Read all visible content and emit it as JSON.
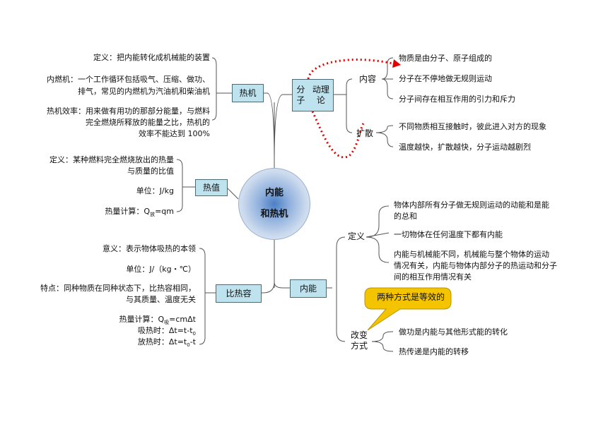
{
  "center": {
    "line1": "内能",
    "line2": "和热机"
  },
  "branches": {
    "heat_engine": {
      "label": "热机",
      "definition": "定义：把内能转化成机械能的装置",
      "ice_1": "内燃机：一个工作循环包括吸气、压缩、做功、",
      "ice_2": "排气，常见的内燃机为汽油机和柴油机",
      "eff_1": "热机效率：用来做有用功的那部分能量，与燃料",
      "eff_2": "完全燃烧所释放的能量之比，热机的",
      "eff_3": "效率不能达到  100%"
    },
    "heat_value": {
      "label": "热值",
      "def_1": "定义：某种燃料完全燃烧放出的热量",
      "def_2": "与质量的比值",
      "unit": "单位：J/kg",
      "calc_prefix": "热量计算：Q",
      "calc_sub": "放",
      "calc_suffix": "=qm"
    },
    "specific_heat": {
      "label": "比热容",
      "meaning": "意义：表示物体吸热的本领",
      "unit": "单位：J/（kg・℃）",
      "feature_1": "特点：同种物质在同种状态下，比热容相同，",
      "feature_2": "与其质量、温度无关",
      "calc_prefix": "热量计算：Q",
      "calc_sub": "吸",
      "calc_suffix": "=cmΔt",
      "absorb_prefix": "吸热时：Δt=t-t",
      "absorb_sub": "0",
      "release_prefix": "放热时：Δt=t",
      "release_sub": "0",
      "release_suffix": "-t"
    },
    "molecular_theory": {
      "label_1": "分子",
      "label_2": "动理论",
      "content_label": "内容",
      "content_items": [
        "物质是由分子、原子组成的",
        "分子在不停地做无规则运动",
        "分子间存在相互作用的引力和斥力"
      ],
      "diffusion_label": "扩散",
      "diffusion_items": [
        "不同物质相互接触时，彼此进入对方的现象",
        "温度越快，扩散越快，分子运动越剧烈"
      ]
    },
    "internal_energy": {
      "label": "内能",
      "def_label": "定义",
      "def_item_1_line_1": "物体内部所有分子做无规则运动的动能和是能",
      "def_item_1_line_2": "的总和",
      "def_item_2": "一切物体在任何温度下都有内能",
      "def_item_3_line_1": "内能与机械能不同，机械能与整个物体的运动",
      "def_item_3_line_2": "情况有关，内能与物体内部分子的热运动和分子",
      "def_item_3_line_3": "间的相互作用情况有关",
      "change_label_1": "改变",
      "change_label_2": "方式",
      "callout": "两种方式是等效的",
      "change_items": [
        "做功是内能与其他形式能的转化",
        "热传递是内能的转移"
      ]
    }
  },
  "colors": {
    "box_fill": "#bfe3ee",
    "line": "#555555",
    "arrow": "#e00000",
    "callout": "#f4c400"
  }
}
